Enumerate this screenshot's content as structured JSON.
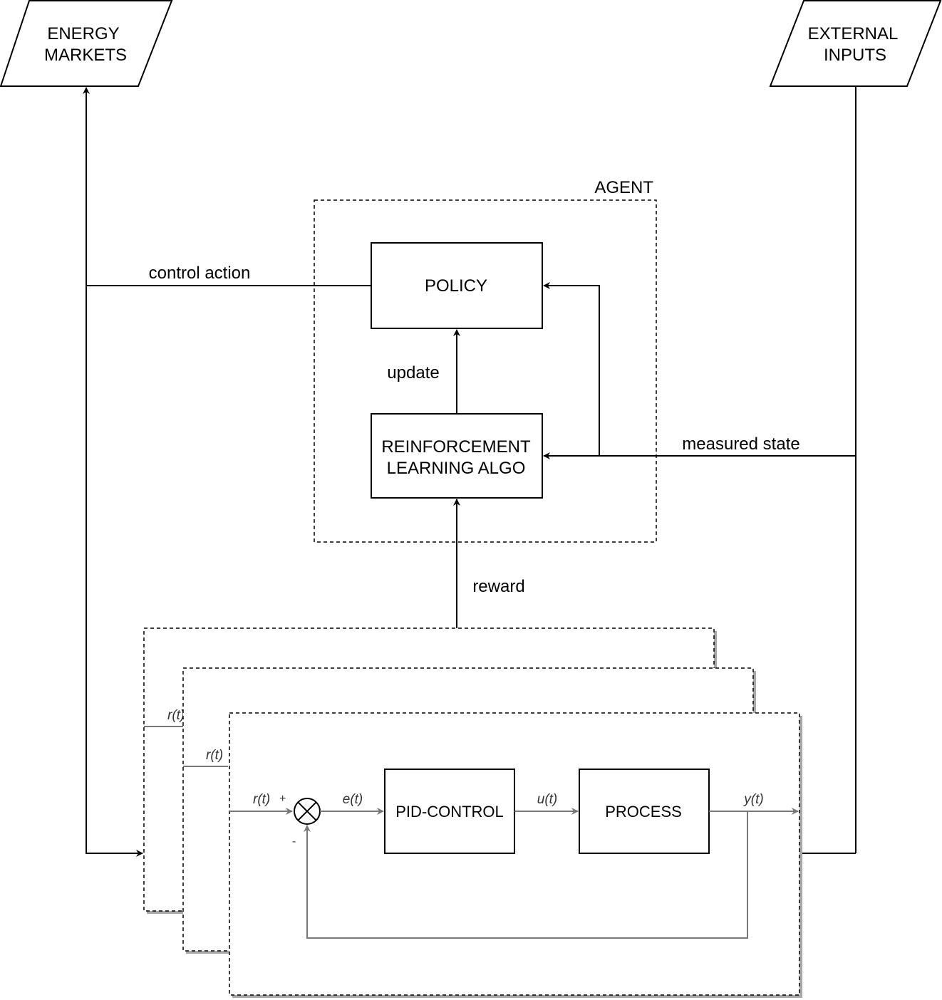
{
  "diagram": {
    "energy_markets": {
      "line1": "ENERGY",
      "line2": "MARKETS"
    },
    "external_inputs": {
      "line1": "EXTERNAL",
      "line2": "INPUTS"
    },
    "agent_label": "AGENT",
    "policy": "POLICY",
    "rl_algo": {
      "line1": "REINFORCEMENT",
      "line2": "LEARNING ALGO"
    },
    "edges": {
      "control_action": "control action",
      "update": "update",
      "measured_state": "measured state",
      "reward": "reward"
    },
    "env": {
      "ref_signal": "r(t)",
      "plus": "+",
      "minus": "-",
      "error": "e(t)",
      "pid": "PID-CONTROL",
      "control_signal": "u(t)",
      "process": "PROCESS",
      "output": "y(t)"
    }
  }
}
